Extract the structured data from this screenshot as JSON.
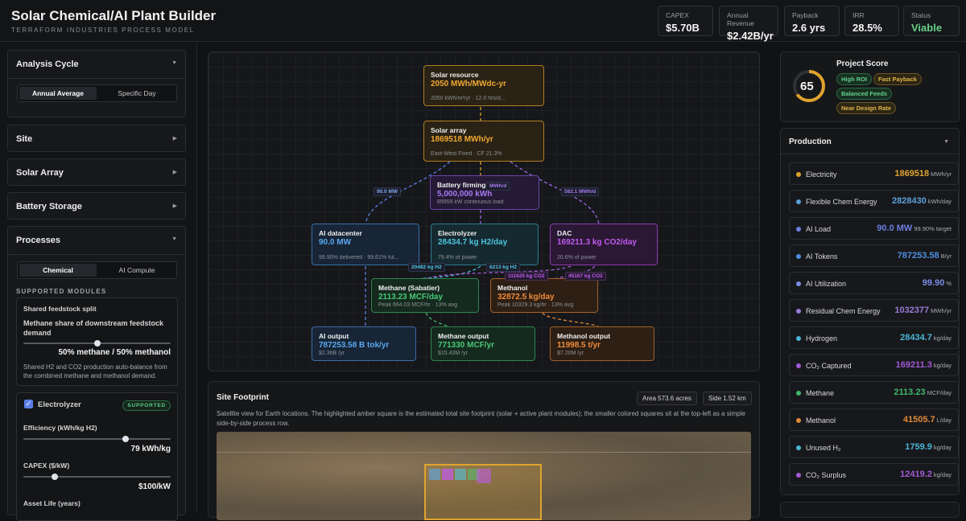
{
  "app": {
    "title": "Solar Chemical/AI Plant Builder",
    "subtitle": "TERRAFORM INDUSTRIES PROCESS MODEL"
  },
  "kpis": [
    {
      "label": "CAPEX",
      "value": "$5.70B"
    },
    {
      "label": "Annual Revenue",
      "value": "$2.42B/yr"
    },
    {
      "label": "Payback",
      "value": "2.6 yrs"
    },
    {
      "label": "IRR",
      "value": "28.5%"
    },
    {
      "label": "Status",
      "value": "Viable"
    }
  ],
  "sidebar": {
    "analysis": {
      "title": "Analysis Cycle",
      "options": [
        "Annual Average",
        "Specific Day"
      ],
      "selected": "Annual Average"
    },
    "sections": [
      "Site",
      "Solar Array",
      "Battery Storage"
    ],
    "processes": {
      "title": "Processes",
      "tabs": [
        "Chemical",
        "AI Compute"
      ],
      "modules_label": "SUPPORTED MODULES",
      "split": {
        "title": "Shared feedstock split",
        "label": "Methane share of downstream feedstock demand",
        "value": "50% methane / 50% methanol",
        "ratio": 0.5,
        "note": "Shared H2 and CO2 production auto-balance from the combined methane and methanol demand."
      },
      "electrolyzer": {
        "name": "Electrolyzer",
        "badge": "SUPPORTED",
        "eff_label": "Efficiency (kWh/kg H2)",
        "eff_value": "79 kWh/kg",
        "eff_ratio": 0.7,
        "capex_label": "CAPEX ($/kW)",
        "capex_value": "$100/kW",
        "capex_ratio": 0.2,
        "life_label": "Asset Life (years)"
      }
    }
  },
  "diagram": {
    "nodes": {
      "solar_resource": {
        "title": "Solar resource",
        "value": "2050 MWh/MWdc-yr",
        "sub": "2050 kWh/m²/yr · 12.0 hrs/d..."
      },
      "solar_array": {
        "title": "Solar array",
        "value": "1869518 MWh/yr",
        "sub": "East-West Fixed · CF 21.3%"
      },
      "battery": {
        "title": "Battery firming",
        "value": "5,000,000 kWh",
        "sub": "89959 kW continuous load"
      },
      "ai_dc": {
        "title": "AI datacenter",
        "value": "90.0 MW",
        "sub": "99.90% delivered · 99.61% ful..."
      },
      "electrolyzer": {
        "title": "Electrolyzer",
        "value": "28434.7 kg H2/day",
        "sub": "79.4% of power"
      },
      "dac": {
        "title": "DAC",
        "value": "169211.3 kg CO2/day",
        "sub": "20.6% of power"
      },
      "methane": {
        "title": "Methane (Sabatier)",
        "value": "2113.23 MCF/day",
        "sub": "Peak 664.03 MCF/hr · 13% avg"
      },
      "methanol": {
        "title": "Methanol",
        "value": "32872.5 kg/day",
        "sub": "Peak 10329.3 kg/hr · 13% avg"
      },
      "ai_out": {
        "title": "AI output",
        "value": "787253.58 B tok/yr",
        "sub": "$2.36B /yr"
      },
      "methane_out": {
        "title": "Methane output",
        "value": "771330 MCF/yr",
        "sub": "$15.43M /yr"
      },
      "methanol_out": {
        "title": "Methanol output",
        "value": "11998.5 t/yr",
        "sub": "$7.20M /yr"
      }
    },
    "flows": {
      "ai": "90.0 MW",
      "battery": "MWh/d",
      "dac": "582.1 MWh/d",
      "h2_ch4": "20482 kg H2",
      "h2_meoh": "6213 kg H2",
      "co2_ch4": "111625 kg CO2",
      "co2_meoh": "45167 kg CO2"
    }
  },
  "footprint": {
    "title": "Site Footprint",
    "area": "Area 573.6 acres",
    "side": "Side 1.52 km",
    "desc": "Satellite view for Earth locations. The highlighted amber square is the estimated total site footprint (solar + active plant modules); the smaller colored squares sit at the top-left as a simple side-by-side process row."
  },
  "score": {
    "title": "Project Score",
    "value": "65",
    "fraction": 0.65,
    "tags": [
      "High ROI",
      "Fast Payback",
      "Balanced Feeds",
      "Near Design Rate"
    ]
  },
  "production": {
    "title": "Production",
    "rows": [
      {
        "name": "Electricity",
        "value": "1869518",
        "unit": "MWh/yr",
        "color": "#e0a32e"
      },
      {
        "name": "Flexible Chem Energy",
        "value": "2828430",
        "unit": "kWh/day",
        "color": "#5aa0d8"
      },
      {
        "name": "AI Load",
        "value": "90.0 MW",
        "unit": "99.90% target",
        "color": "#6b7fe0"
      },
      {
        "name": "AI Tokens",
        "value": "787253.58",
        "unit": "B/yr",
        "color": "#4e8fe0"
      },
      {
        "name": "AI Utilization",
        "value": "99.90",
        "unit": "%",
        "color": "#7a8ee8"
      },
      {
        "name": "Residual Chem Energy",
        "value": "1032377",
        "unit": "MWh/yr",
        "color": "#9a7ad8"
      },
      {
        "name": "Hydrogen",
        "value": "28434.7",
        "unit": "kg/day",
        "color": "#49b6d6"
      },
      {
        "name": "CO₂ Captured",
        "value": "169211.3",
        "unit": "kg/day",
        "color": "#a35ad6"
      },
      {
        "name": "Methane",
        "value": "2113.23",
        "unit": "MCF/day",
        "color": "#3fb86a"
      },
      {
        "name": "Methanol",
        "value": "41505.7",
        "unit": "L/day",
        "color": "#e08a3a"
      },
      {
        "name": "Unused H₂",
        "value": "1759.9",
        "unit": "kg/day",
        "color": "#49b6d6"
      },
      {
        "name": "CO₂ Surplus",
        "value": "12419.2",
        "unit": "kg/day",
        "color": "#a35ad6"
      }
    ]
  }
}
